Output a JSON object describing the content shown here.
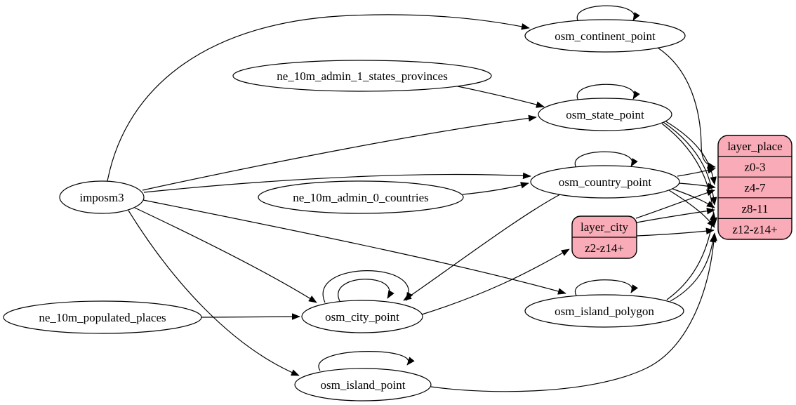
{
  "colors": {
    "record_fill": "#f9abb7",
    "node_fill": "#ffffff",
    "edge_color": "#000000"
  },
  "nodes": {
    "imposm3": {
      "label": "imposm3"
    },
    "ne_10m_admin_1_states_provinces": {
      "label": "ne_10m_admin_1_states_provinces"
    },
    "ne_10m_admin_0_countries": {
      "label": "ne_10m_admin_0_countries"
    },
    "ne_10m_populated_places": {
      "label": "ne_10m_populated_places"
    },
    "osm_continent_point": {
      "label": "osm_continent_point"
    },
    "osm_state_point": {
      "label": "osm_state_point"
    },
    "osm_country_point": {
      "label": "osm_country_point"
    },
    "osm_city_point": {
      "label": "osm_city_point"
    },
    "osm_island_polygon": {
      "label": "osm_island_polygon"
    },
    "osm_island_point": {
      "label": "osm_island_point"
    }
  },
  "records": {
    "layer_city": {
      "title": "layer_city",
      "rows": [
        "z2-z14+"
      ]
    },
    "layer_place": {
      "title": "layer_place",
      "rows": [
        "z0-3",
        "z4-7",
        "z8-11",
        "z12-z14+"
      ]
    }
  },
  "edges": [
    {
      "from": "imposm3",
      "to": "osm_continent_point"
    },
    {
      "from": "imposm3",
      "to": "osm_state_point"
    },
    {
      "from": "imposm3",
      "to": "osm_country_point"
    },
    {
      "from": "imposm3",
      "to": "osm_city_point"
    },
    {
      "from": "imposm3",
      "to": "osm_island_polygon"
    },
    {
      "from": "imposm3",
      "to": "osm_island_point"
    },
    {
      "from": "ne_10m_admin_1_states_provinces",
      "to": "osm_state_point"
    },
    {
      "from": "ne_10m_admin_0_countries",
      "to": "osm_country_point"
    },
    {
      "from": "ne_10m_populated_places",
      "to": "osm_city_point"
    },
    {
      "from": "osm_continent_point",
      "to": "osm_continent_point",
      "type": "self-loop"
    },
    {
      "from": "osm_state_point",
      "to": "osm_state_point",
      "type": "self-loop"
    },
    {
      "from": "osm_country_point",
      "to": "osm_country_point",
      "type": "self-loop"
    },
    {
      "from": "osm_city_point",
      "to": "osm_city_point",
      "type": "self-loop"
    },
    {
      "from": "osm_city_point",
      "to": "osm_city_point",
      "type": "self-loop"
    },
    {
      "from": "osm_island_polygon",
      "to": "osm_island_polygon",
      "type": "self-loop"
    },
    {
      "from": "osm_island_point",
      "to": "osm_island_point",
      "type": "self-loop"
    },
    {
      "from": "osm_country_point",
      "to": "osm_city_point"
    },
    {
      "from": "osm_city_point",
      "to": "layer_city:z2-z14+"
    },
    {
      "from": "osm_continent_point",
      "to": "layer_place:z0-3"
    },
    {
      "from": "osm_country_point",
      "to": "layer_place:z0-3"
    },
    {
      "from": "osm_country_point",
      "to": "layer_place:z4-7"
    },
    {
      "from": "osm_country_point",
      "to": "layer_place:z8-11"
    },
    {
      "from": "osm_country_point",
      "to": "layer_place:z12-z14+"
    },
    {
      "from": "osm_state_point",
      "to": "layer_place:z4-7"
    },
    {
      "from": "osm_state_point",
      "to": "layer_place:z8-11"
    },
    {
      "from": "osm_state_point",
      "to": "layer_place:z12-z14+"
    },
    {
      "from": "layer_city",
      "to": "layer_place:z4-7"
    },
    {
      "from": "layer_city",
      "to": "layer_place:z8-11"
    },
    {
      "from": "layer_city",
      "to": "layer_place:z12-z14+"
    },
    {
      "from": "osm_island_polygon",
      "to": "layer_place:z8-11"
    },
    {
      "from": "osm_island_polygon",
      "to": "layer_place:z12-z14+"
    },
    {
      "from": "osm_island_point",
      "to": "layer_place:z12-z14+"
    }
  ]
}
